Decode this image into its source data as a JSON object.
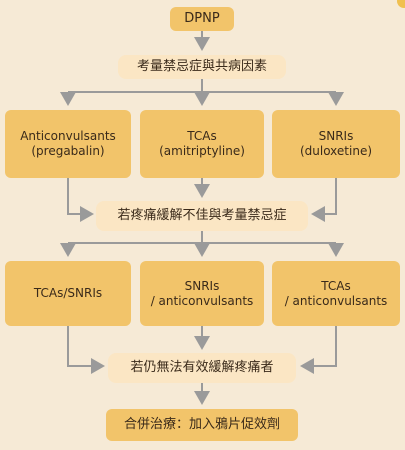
{
  "nodes": {
    "dpnp": "DPNP",
    "consider": "考量禁忌症與共病因素",
    "left1": "Anticonvulsants\n(pregabalin)",
    "mid1": "TCAs\n(amitriptyline)",
    "right1": "SNRIs\n(duloxetine)",
    "poor": "若疼痛緩解不佳與考量禁忌症",
    "left2": "TCAs/SNRIs",
    "mid2": "SNRIs\n/ anticonvulsants",
    "right2": "TCAs\n/ anticonvulsants",
    "still": "若仍無法有效緩解疼痛者",
    "combo": "合併治療：加入鴉片促效劑"
  },
  "colors": {
    "background": "#f6ead6",
    "box_dark": "#f2c46a",
    "box_light": "#fbe6c4",
    "arrow": "#9a9a9a",
    "text": "#3a2a1a"
  }
}
